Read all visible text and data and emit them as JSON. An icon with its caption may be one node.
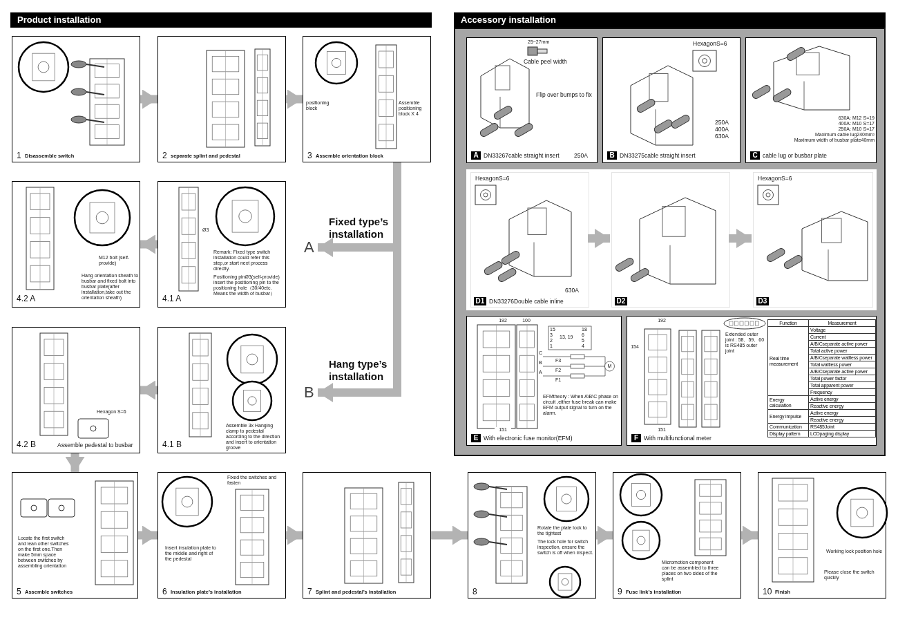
{
  "diagram": {
    "nodes": [
      {
        "text": [
          "Product installation"
        ]
      },
      {
        "text": [
          "1",
          "Disassemble switch"
        ]
      },
      {
        "text": [
          "2",
          "separate splint and pedestal"
        ]
      },
      {
        "text": [
          "positioning block",
          "Assemble positioning block X 4",
          "3",
          "Assemble orientation block"
        ]
      },
      {
        "text": [
          "M12 bolt (self-provide)",
          "4.2 A",
          "Hang orientation sheath to busbar and fixed bolt into busbar plate(after installation,take out the orientation sheath)"
        ]
      },
      {
        "text": [
          "Ø3",
          "Remark: Fixed type switch installation could refer this step,or start next process directly.",
          "Positioning pinØ3(self-provide) insert the positioning pin to the positioning hole（30/40etc. Means the width of busbar）",
          "4.1 A"
        ]
      },
      {
        "text": [
          "A"
        ]
      },
      {
        "text": [
          "B"
        ]
      },
      {
        "text": [
          "Hexagon S=6",
          "4.2 B",
          "Assemble pedestal to busbar"
        ]
      },
      {
        "text": [
          "4.1 B",
          "Assemble 3x Hanging clamp to pedestal according to the direction and insert to orientation groove"
        ]
      },
      {
        "text": [
          "Locate the first switch and lean other switches on the first one.Then make 5mm space between switches by assembling orientation",
          "5",
          "Assemble switches"
        ]
      },
      {
        "text": [
          "Fixed the switches and fasten",
          "Insert insulation plate to the middle and right of the pedestal",
          "6",
          "Insulation plate’s installation"
        ]
      },
      {
        "text": [
          "7",
          "Splint and pedestal’s installation"
        ]
      },
      {
        "text": [
          "Rotate the plate lock to the tightest",
          "The lock hole for switch inspection, ensure the switch is off when inspect.",
          "8"
        ]
      },
      {
        "text": [
          "Micromotion component can be assembled to three places on two sides of the splint",
          "9",
          "Fuse link’s installation"
        ]
      },
      {
        "text": [
          "Working lock position hole",
          "Please close the switch quickly",
          "10",
          "Finish"
        ]
      },
      {
        "text": [
          "Accessory installation"
        ]
      },
      {
        "text": [],
        "shape": "box"
      },
      {
        "text": [
          "25~27mm",
          "Cable peel width",
          "Flip over bumps to fix",
          "A",
          "DN33267cable straight insert",
          "250A"
        ],
        "in": 17
      },
      {
        "text": [
          "HexagonS=6",
          "250A 400A 630A",
          "B",
          "DN33275cable straight insert"
        ],
        "in": 17
      },
      {
        "text": [
          "630A: M12  S=19",
          "400A: M10  S=17",
          "250A: M10  S=17",
          "Maximum cable lug240mm²",
          "Maximum width of busbar plate40mm",
          "C",
          "cable lug or busbar plate"
        ],
        "in": 17
      },
      {
        "text": [],
        "shape": "box",
        "in": 17
      },
      {
        "text": [
          "HexagonS=6",
          "630A",
          "D1",
          "DN33276Double cable inline"
        ],
        "in": 21
      },
      {
        "text": [
          "D2"
        ],
        "in": 21
      },
      {
        "text": [
          "HexagonS=6",
          "D3"
        ],
        "in": 21
      },
      {
        "text": [
          "192",
          "100",
          "15",
          "3",
          "2",
          "1",
          "13, 19",
          "18",
          "6",
          "5",
          "4",
          "C",
          "B",
          "A",
          "F3",
          "F2",
          "F1",
          "M",
          "EFMtheory : When A\\B\\C phase on circuit ,either fuse break can make EFM output signal to turn on the alarm.",
          "E",
          "With electronic fuse monitor(EFM)",
          "151"
        ],
        "in": 17
      },
      {
        "text": [
          "192",
          "154",
          "Extended outer joint : 58、59、60 is RS485 outer joint",
          "F",
          "With multifunctional meter",
          "151"
        ],
        "in": 17
      }
    ],
    "edges": [
      {
        "from": 1,
        "to": 2,
        "arrow": "to"
      },
      {
        "from": 2,
        "to": 3,
        "arrow": "to"
      },
      {
        "from": 3,
        "to": 6,
        "arrow": "to",
        "label": "Fixed type’s installation"
      },
      {
        "from": 3,
        "to": 7,
        "arrow": "to",
        "label": "Hang type’s installation"
      },
      {
        "from": 5,
        "to": 4,
        "arrow": "to"
      },
      {
        "from": 9,
        "to": 8,
        "arrow": "to"
      },
      {
        "from": 8,
        "to": 10,
        "arrow": "to"
      },
      {
        "from": 10,
        "to": 11,
        "arrow": "to"
      },
      {
        "from": 11,
        "to": 12,
        "arrow": "to"
      },
      {
        "from": 12,
        "to": 13,
        "arrow": "to"
      },
      {
        "from": 13,
        "to": 14,
        "arrow": "to"
      },
      {
        "from": 14,
        "to": 15,
        "arrow": "to"
      },
      {
        "from": 22,
        "to": 23,
        "arrow": "to"
      },
      {
        "from": 23,
        "to": 24,
        "arrow": "to"
      }
    ],
    "labels": [
      "Function",
      "Measurement",
      "Real time measurement",
      "Voltage",
      "Current",
      "A/B/Cseparate active power",
      "Total active power",
      "A/B/Cseparate wattless power",
      "Total wattless power",
      "A/B/Cseparate active power",
      "Total power factor",
      "Total apparent power",
      "Frequency",
      "Energy calculation",
      "Active energy",
      "Reactive energy",
      "Energy impulse",
      "Active energy",
      "Reactive energy",
      "Communication",
      "RS485Joint",
      "Display pattern",
      "LCDpaging display"
    ]
  }
}
